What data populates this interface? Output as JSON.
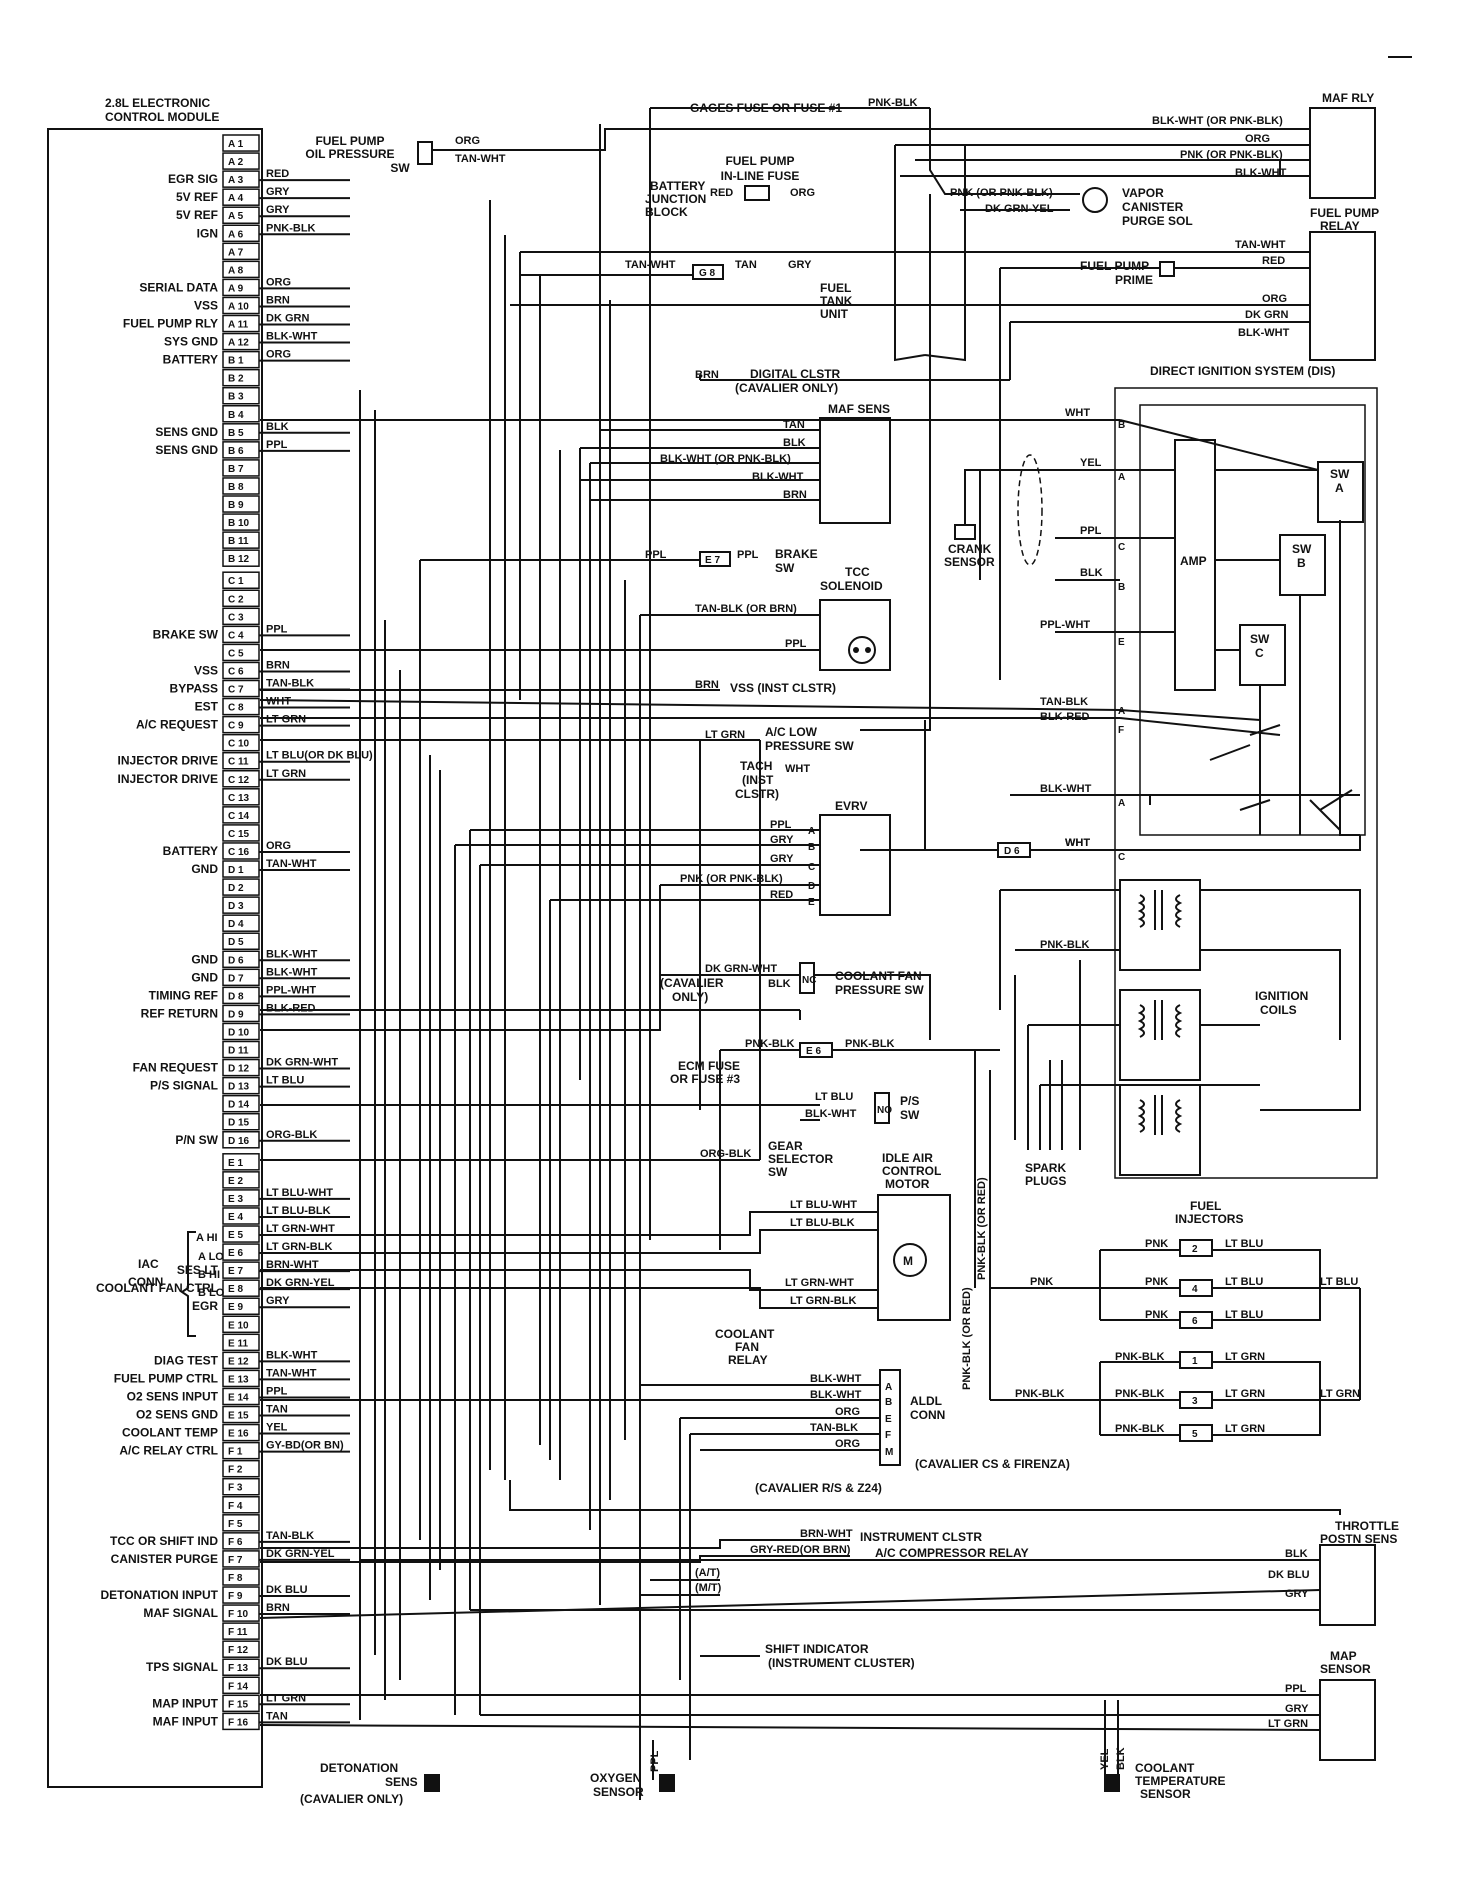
{
  "ecm": {
    "title_line1": "2.8L ELECTRONIC",
    "title_line2": "CONTROL MODULE",
    "pins": [
      {
        "pin": "A 1",
        "label": "",
        "wire": ""
      },
      {
        "pin": "A 2",
        "label": "",
        "wire": ""
      },
      {
        "pin": "A 3",
        "label": "EGR SIG",
        "wire": "RED"
      },
      {
        "pin": "A 4",
        "label": "5V REF",
        "wire": "GRY"
      },
      {
        "pin": "A 5",
        "label": "5V REF",
        "wire": "GRY"
      },
      {
        "pin": "A 6",
        "label": "IGN",
        "wire": "PNK-BLK"
      },
      {
        "pin": "A 7",
        "label": "",
        "wire": ""
      },
      {
        "pin": "A 8",
        "label": "",
        "wire": ""
      },
      {
        "pin": "A 9",
        "label": "SERIAL DATA",
        "wire": "ORG"
      },
      {
        "pin": "A 10",
        "label": "VSS",
        "wire": "BRN"
      },
      {
        "pin": "A 11",
        "label": "FUEL PUMP RLY",
        "wire": "DK GRN"
      },
      {
        "pin": "A 12",
        "label": "SYS GND",
        "wire": "BLK-WHT"
      },
      {
        "pin": "B 1",
        "label": "BATTERY",
        "wire": "ORG"
      },
      {
        "pin": "B 2",
        "label": "",
        "wire": ""
      },
      {
        "pin": "B 3",
        "label": "",
        "wire": ""
      },
      {
        "pin": "B 4",
        "label": "",
        "wire": ""
      },
      {
        "pin": "B 5",
        "label": "SENS GND",
        "wire": "BLK"
      },
      {
        "pin": "B 6",
        "label": "SENS GND",
        "wire": "PPL"
      },
      {
        "pin": "B 7",
        "label": "",
        "wire": ""
      },
      {
        "pin": "B 8",
        "label": "",
        "wire": ""
      },
      {
        "pin": "B 9",
        "label": "",
        "wire": ""
      },
      {
        "pin": "B 10",
        "label": "",
        "wire": ""
      },
      {
        "pin": "B 11",
        "label": "",
        "wire": ""
      },
      {
        "pin": "B 12",
        "label": "",
        "wire": ""
      },
      {
        "pin": "C 1",
        "label": "",
        "wire": ""
      },
      {
        "pin": "C 2",
        "label": "",
        "wire": ""
      },
      {
        "pin": "C 3",
        "label": "",
        "wire": ""
      },
      {
        "pin": "C 4",
        "label": "BRAKE SW",
        "wire": "PPL"
      },
      {
        "pin": "C 5",
        "label": "",
        "wire": ""
      },
      {
        "pin": "C 6",
        "label": "VSS",
        "wire": "BRN"
      },
      {
        "pin": "C 7",
        "label": "BYPASS",
        "wire": "TAN-BLK"
      },
      {
        "pin": "C 8",
        "label": "EST",
        "wire": "WHT"
      },
      {
        "pin": "C 9",
        "label": "A/C REQUEST",
        "wire": "LT GRN"
      },
      {
        "pin": "C 10",
        "label": "",
        "wire": ""
      },
      {
        "pin": "C 11",
        "label": "INJECTOR DRIVE",
        "wire": "LT BLU(OR DK BLU)"
      },
      {
        "pin": "C 12",
        "label": "INJECTOR DRIVE",
        "wire": "LT GRN"
      },
      {
        "pin": "C 13",
        "label": "",
        "wire": ""
      },
      {
        "pin": "C 14",
        "label": "",
        "wire": ""
      },
      {
        "pin": "C 15",
        "label": "",
        "wire": ""
      },
      {
        "pin": "C 16",
        "label": "BATTERY",
        "wire": "ORG"
      },
      {
        "pin": "D 1",
        "label": "GND",
        "wire": "TAN-WHT"
      },
      {
        "pin": "D 2",
        "label": "",
        "wire": ""
      },
      {
        "pin": "D 3",
        "label": "",
        "wire": ""
      },
      {
        "pin": "D 4",
        "label": "",
        "wire": ""
      },
      {
        "pin": "D 5",
        "label": "",
        "wire": ""
      },
      {
        "pin": "D 6",
        "label": "GND",
        "wire": "BLK-WHT"
      },
      {
        "pin": "D 7",
        "label": "GND",
        "wire": "BLK-WHT"
      },
      {
        "pin": "D 8",
        "label": "TIMING REF",
        "wire": "PPL-WHT"
      },
      {
        "pin": "D 9",
        "label": "REF RETURN",
        "wire": "BLK-RED"
      },
      {
        "pin": "D 10",
        "label": "",
        "wire": ""
      },
      {
        "pin": "D 11",
        "label": "",
        "wire": ""
      },
      {
        "pin": "D 12",
        "label": "FAN REQUEST",
        "wire": "DK GRN-WHT"
      },
      {
        "pin": "D 13",
        "label": "P/S SIGNAL",
        "wire": "LT BLU"
      },
      {
        "pin": "D 14",
        "label": "",
        "wire": ""
      },
      {
        "pin": "D 15",
        "label": "",
        "wire": ""
      },
      {
        "pin": "D 16",
        "label": "P/N SW",
        "wire": "ORG-BLK"
      },
      {
        "pin": "E 1",
        "label": "",
        "wire": ""
      },
      {
        "pin": "E 2",
        "label": "",
        "wire": ""
      },
      {
        "pin": "E 3",
        "label": "",
        "wire": "LT BLU-WHT"
      },
      {
        "pin": "E 4",
        "label": "",
        "wire": "LT BLU-BLK"
      },
      {
        "pin": "E 5",
        "label": "",
        "wire": "LT GRN-WHT"
      },
      {
        "pin": "E 6",
        "label": "",
        "wire": "LT GRN-BLK"
      },
      {
        "pin": "E 7",
        "label": "SES LT",
        "wire": "BRN-WHT"
      },
      {
        "pin": "E 8",
        "label": "COOLANT FAN CTRL",
        "wire": "DK GRN-YEL"
      },
      {
        "pin": "E 9",
        "label": "EGR",
        "wire": "GRY"
      },
      {
        "pin": "E 10",
        "label": "",
        "wire": ""
      },
      {
        "pin": "E 11",
        "label": "",
        "wire": ""
      },
      {
        "pin": "E 12",
        "label": "DIAG TEST",
        "wire": "BLK-WHT"
      },
      {
        "pin": "E 13",
        "label": "FUEL PUMP CTRL",
        "wire": "TAN-WHT"
      },
      {
        "pin": "E 14",
        "label": "O2 SENS INPUT",
        "wire": "PPL"
      },
      {
        "pin": "E 15",
        "label": "O2 SENS GND",
        "wire": "TAN"
      },
      {
        "pin": "E 16",
        "label": "COOLANT TEMP",
        "wire": "YEL"
      },
      {
        "pin": "F 1",
        "label": "A/C RELAY CTRL",
        "wire": "GY-BD(OR BN)"
      },
      {
        "pin": "F 2",
        "label": "",
        "wire": ""
      },
      {
        "pin": "F 3",
        "label": "",
        "wire": ""
      },
      {
        "pin": "F 4",
        "label": "",
        "wire": ""
      },
      {
        "pin": "F 5",
        "label": "",
        "wire": ""
      },
      {
        "pin": "F 6",
        "label": "TCC OR SHIFT IND",
        "wire": "TAN-BLK"
      },
      {
        "pin": "F 7",
        "label": "CANISTER PURGE",
        "wire": "DK GRN-YEL"
      },
      {
        "pin": "F 8",
        "label": "",
        "wire": ""
      },
      {
        "pin": "F 9",
        "label": "DETONATION INPUT",
        "wire": "DK BLU"
      },
      {
        "pin": "F 10",
        "label": "MAF SIGNAL",
        "wire": "BRN"
      },
      {
        "pin": "F 11",
        "label": "",
        "wire": ""
      },
      {
        "pin": "F 12",
        "label": "",
        "wire": ""
      },
      {
        "pin": "F 13",
        "label": "TPS SIGNAL",
        "wire": "DK BLU"
      },
      {
        "pin": "F 14",
        "label": "",
        "wire": ""
      },
      {
        "pin": "F 15",
        "label": "MAP INPUT",
        "wire": "LT GRN"
      },
      {
        "pin": "F 16",
        "label": "MAF INPUT",
        "wire": "TAN"
      }
    ],
    "iac": {
      "title1": "IAC",
      "title2": "CONN",
      "labels": [
        "A HI",
        "A LO",
        "B HI",
        "B LO"
      ]
    }
  },
  "components": {
    "fuel_pump_oil_sw": {
      "lines": [
        "FUEL PUMP",
        "OIL PRESSURE",
        "SW"
      ],
      "wire1": "ORG",
      "wire2": "TAN-WHT"
    },
    "gages_fuse": {
      "label": "GAGES FUSE OR FUSE #1",
      "wire": "PNK-BLK"
    },
    "maf_rly": {
      "label": "MAF RLY",
      "wires": [
        "BLK-WHT (OR PNK-BLK)",
        "ORG",
        "PNK (OR PNK-BLK)",
        "BLK-WHT"
      ]
    },
    "fuel_pump_inline_fuse": {
      "lines": [
        "FUEL PUMP",
        "IN-LINE FUSE"
      ],
      "wire1": "RED",
      "wire2": "ORG"
    },
    "battery_junction": {
      "lines": [
        "BATTERY",
        "JUNCTION",
        "BLOCK"
      ]
    },
    "vapor_canister": {
      "lines": [
        "VAPOR",
        "CANISTER",
        "PURGE SOL"
      ],
      "wire1": "PNK (OR PNK-BLK)",
      "wire2": "DK GRN-YEL"
    },
    "fuel_pump_relay": {
      "lines": [
        "FUEL PUMP",
        "RELAY"
      ],
      "wires": [
        "TAN-WHT",
        "RED",
        "ORG",
        "DK GRN",
        "BLK-WHT"
      ]
    },
    "fuel_tank_unit": {
      "lines": [
        "FUEL",
        "TANK",
        "UNIT"
      ],
      "wire1": "TAN-WHT",
      "conn": "G 8",
      "wire2": "TAN",
      "wire3": "GRY"
    },
    "fuel_pump_prime": {
      "lines": [
        "FUEL PUMP",
        "PRIME"
      ]
    },
    "digital_clstr": {
      "wire": "BRN",
      "lines": [
        "DIGITAL CLSTR",
        "(CAVALIER ONLY)"
      ]
    },
    "dis": {
      "label": "DIRECT IGNITION SYSTEM (DIS)",
      "wires": [
        "WHT",
        "YEL",
        "PPL",
        "BLK",
        "PPL-WHT",
        "TAN-BLK",
        "BLK-RED",
        "BLK-WHT",
        "WHT"
      ],
      "pins": [
        "B",
        "A",
        "C",
        "B",
        "E",
        "A",
        "F",
        "A",
        "C"
      ],
      "amp": "AMP",
      "swa": [
        "SW",
        "A"
      ],
      "swb": [
        "SW",
        "B"
      ],
      "swc": [
        "SW",
        "C"
      ]
    },
    "maf_sens": {
      "label": "MAF SENS",
      "wires": [
        "TAN",
        "BLK",
        "BLK-WHT (OR PNK-BLK)",
        "BLK-WHT",
        "BRN"
      ]
    },
    "brake_sw": {
      "wire1": "PPL",
      "conn": "E 7",
      "wire2": "PPL",
      "lines": [
        "BRAKE",
        "SW"
      ]
    },
    "tcc_solenoid": {
      "lines": [
        "TCC",
        "SOLENOID"
      ],
      "wire1": "TAN-BLK (OR BRN)",
      "wire2": "PPL"
    },
    "crank_sensor": {
      "lines": [
        "CRANK",
        "SENSOR"
      ]
    },
    "vss_inst": {
      "wire": "BRN",
      "label": "VSS (INST CLSTR)"
    },
    "ac_low": {
      "wire": "LT GRN",
      "lines": [
        "A/C LOW",
        "PRESSURE SW"
      ]
    },
    "tach": {
      "lines": [
        "TACH",
        "(INST",
        "CLSTR)"
      ],
      "wire": "WHT"
    },
    "evrv": {
      "label": "EVRV",
      "wires": [
        "PPL",
        "GRY",
        "GRY",
        "PNK (OR PNK-BLK)",
        "RED"
      ],
      "pins": [
        "A",
        "B",
        "C",
        "D",
        "E"
      ]
    },
    "d6": {
      "conn": "D 6",
      "wire": "WHT"
    },
    "coolant_fan_sw": {
      "wire": "DK GRN-WHT",
      "note": [
        "(CAVALIER",
        "ONLY)"
      ],
      "wire2": "BLK",
      "nc": "NC",
      "lines": [
        "COOLANT FAN",
        "PRESSURE SW"
      ]
    },
    "ignition_coils": {
      "lines": [
        "IGNITION",
        "COILS"
      ],
      "wire": "PNK-BLK"
    },
    "ecm_fuse": {
      "wire1": "PNK-BLK",
      "conn": "E 6",
      "wire2": "PNK-BLK",
      "lines": [
        "ECM FUSE",
        "OR FUSE #3"
      ]
    },
    "ps_sw": {
      "wire1": "LT BLU",
      "wire2": "BLK-WHT",
      "no": "NO",
      "lines": [
        "P/S",
        "SW"
      ]
    },
    "gear_selector": {
      "wire": "ORG-BLK",
      "lines": [
        "GEAR",
        "SELECTOR",
        "SW"
      ]
    },
    "spark_plugs": {
      "lines": [
        "SPARK",
        "PLUGS"
      ]
    },
    "idle_air": {
      "lines": [
        "IDLE AIR",
        "CONTROL",
        "MOTOR"
      ],
      "wires": [
        "LT BLU-WHT",
        "LT BLU-BLK",
        "LT GRN-WHT",
        "LT GRN-BLK"
      ],
      "m": "M"
    },
    "fuel_injectors": {
      "lines": [
        "FUEL",
        "INJECTORS"
      ],
      "bank1_wire": "PNK",
      "bank1_out": "LT BLU",
      "bank2_wire": "PNK-BLK",
      "bank2_out": "LT GRN",
      "inj": [
        "2",
        "4",
        "6",
        "1",
        "3",
        "5"
      ],
      "pnk": "PNK",
      "pnkblk": "PNK-BLK",
      "ltblu": "LT BLU",
      "ltgrn": "LT GRN"
    },
    "pnk_blk_vertical": "PNK-BLK (OR RED)",
    "coolant_fan_relay": {
      "lines": [
        "COOLANT",
        "FAN",
        "RELAY"
      ]
    },
    "aldl": {
      "lines": [
        "ALDL",
        "CONN"
      ],
      "wires": [
        "BLK-WHT",
        "BLK-WHT",
        "ORG",
        "TAN-BLK",
        "ORG"
      ],
      "pins": [
        "A",
        "B",
        "E",
        "F",
        "M"
      ],
      "note1": "(CAVALIER CS & FIRENZA)",
      "note2": "(CAVALIER R/S & Z24)"
    },
    "inst_clstr": {
      "wire": "BRN-WHT",
      "label": "INSTRUMENT CLSTR"
    },
    "ac_comp": {
      "wire": "GRY-RED(OR BRN)",
      "label": "A/C COMPRESSOR RELAY"
    },
    "at_mt": {
      "at": "(A/T)",
      "mt": "(M/T)"
    },
    "shift_ind": {
      "lines": [
        "SHIFT INDICATOR",
        "(INSTRUMENT CLUSTER)"
      ]
    },
    "tps": {
      "lines": [
        "THROTTLE",
        "POSTN SENS"
      ],
      "wires": [
        "BLK",
        "DK BLU",
        "GRY"
      ]
    },
    "map_sensor": {
      "lines": [
        "MAP",
        "SENSOR"
      ],
      "wires": [
        "PPL",
        "GRY",
        "LT GRN"
      ]
    },
    "detonation": {
      "lines": [
        "DETONATION",
        "SENS",
        "(CAVALIER ONLY)"
      ]
    },
    "oxygen": {
      "lines": [
        "OXYGEN",
        "SENSOR"
      ],
      "wire": "PPL"
    },
    "coolant_temp": {
      "lines": [
        "COOLANT",
        "TEMPERATURE",
        "SENSOR"
      ],
      "wire1": "YEL",
      "wire2": "BLK"
    }
  }
}
